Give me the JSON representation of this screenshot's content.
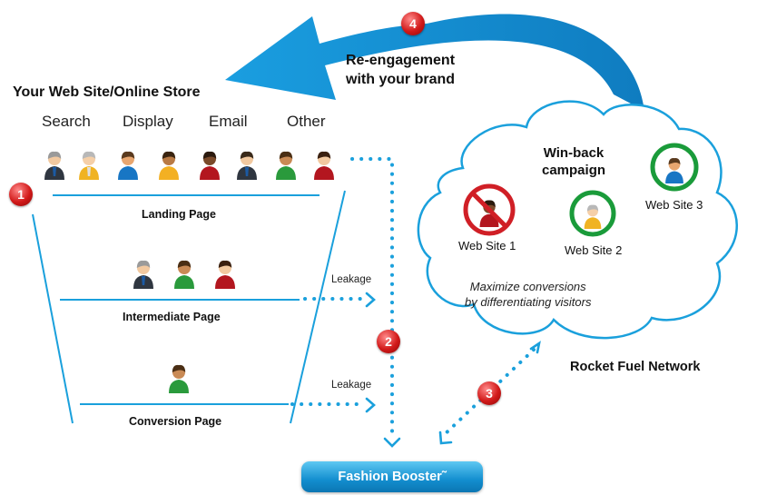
{
  "site": {
    "title": "Your Web Site/Online Store",
    "sources": [
      "Search",
      "Display",
      "Email",
      "Other"
    ]
  },
  "funnel": {
    "landing_label": "Landing Page",
    "intermediate_label": "Intermediate Page",
    "conversion_label": "Conversion Page",
    "leakage_labels": [
      "Leakage",
      "Leakage"
    ]
  },
  "reengagement": {
    "line1": "Re-engagement",
    "line2": "with your brand"
  },
  "cloud": {
    "title_line1": "Win-back",
    "title_line2": "campaign",
    "sites": [
      "Web Site 1",
      "Web Site 2",
      "Web Site 3"
    ],
    "caption_line1": "Maximize conversions",
    "caption_line2": "by differentiating visitors"
  },
  "network_label": "Rocket Fuel Network",
  "booster_label": "Fashion Booster˜",
  "steps": [
    "1",
    "2",
    "3",
    "4"
  ],
  "colors": {
    "blue": "#1aa0dc",
    "badge_red": "#d21a1a",
    "ring_green": "#1a9b3a",
    "ring_red": "#d01f26"
  },
  "icons": [
    "person-icon",
    "prohibited-person-icon",
    "curved-arrow-icon",
    "dotted-arrow-icon"
  ]
}
